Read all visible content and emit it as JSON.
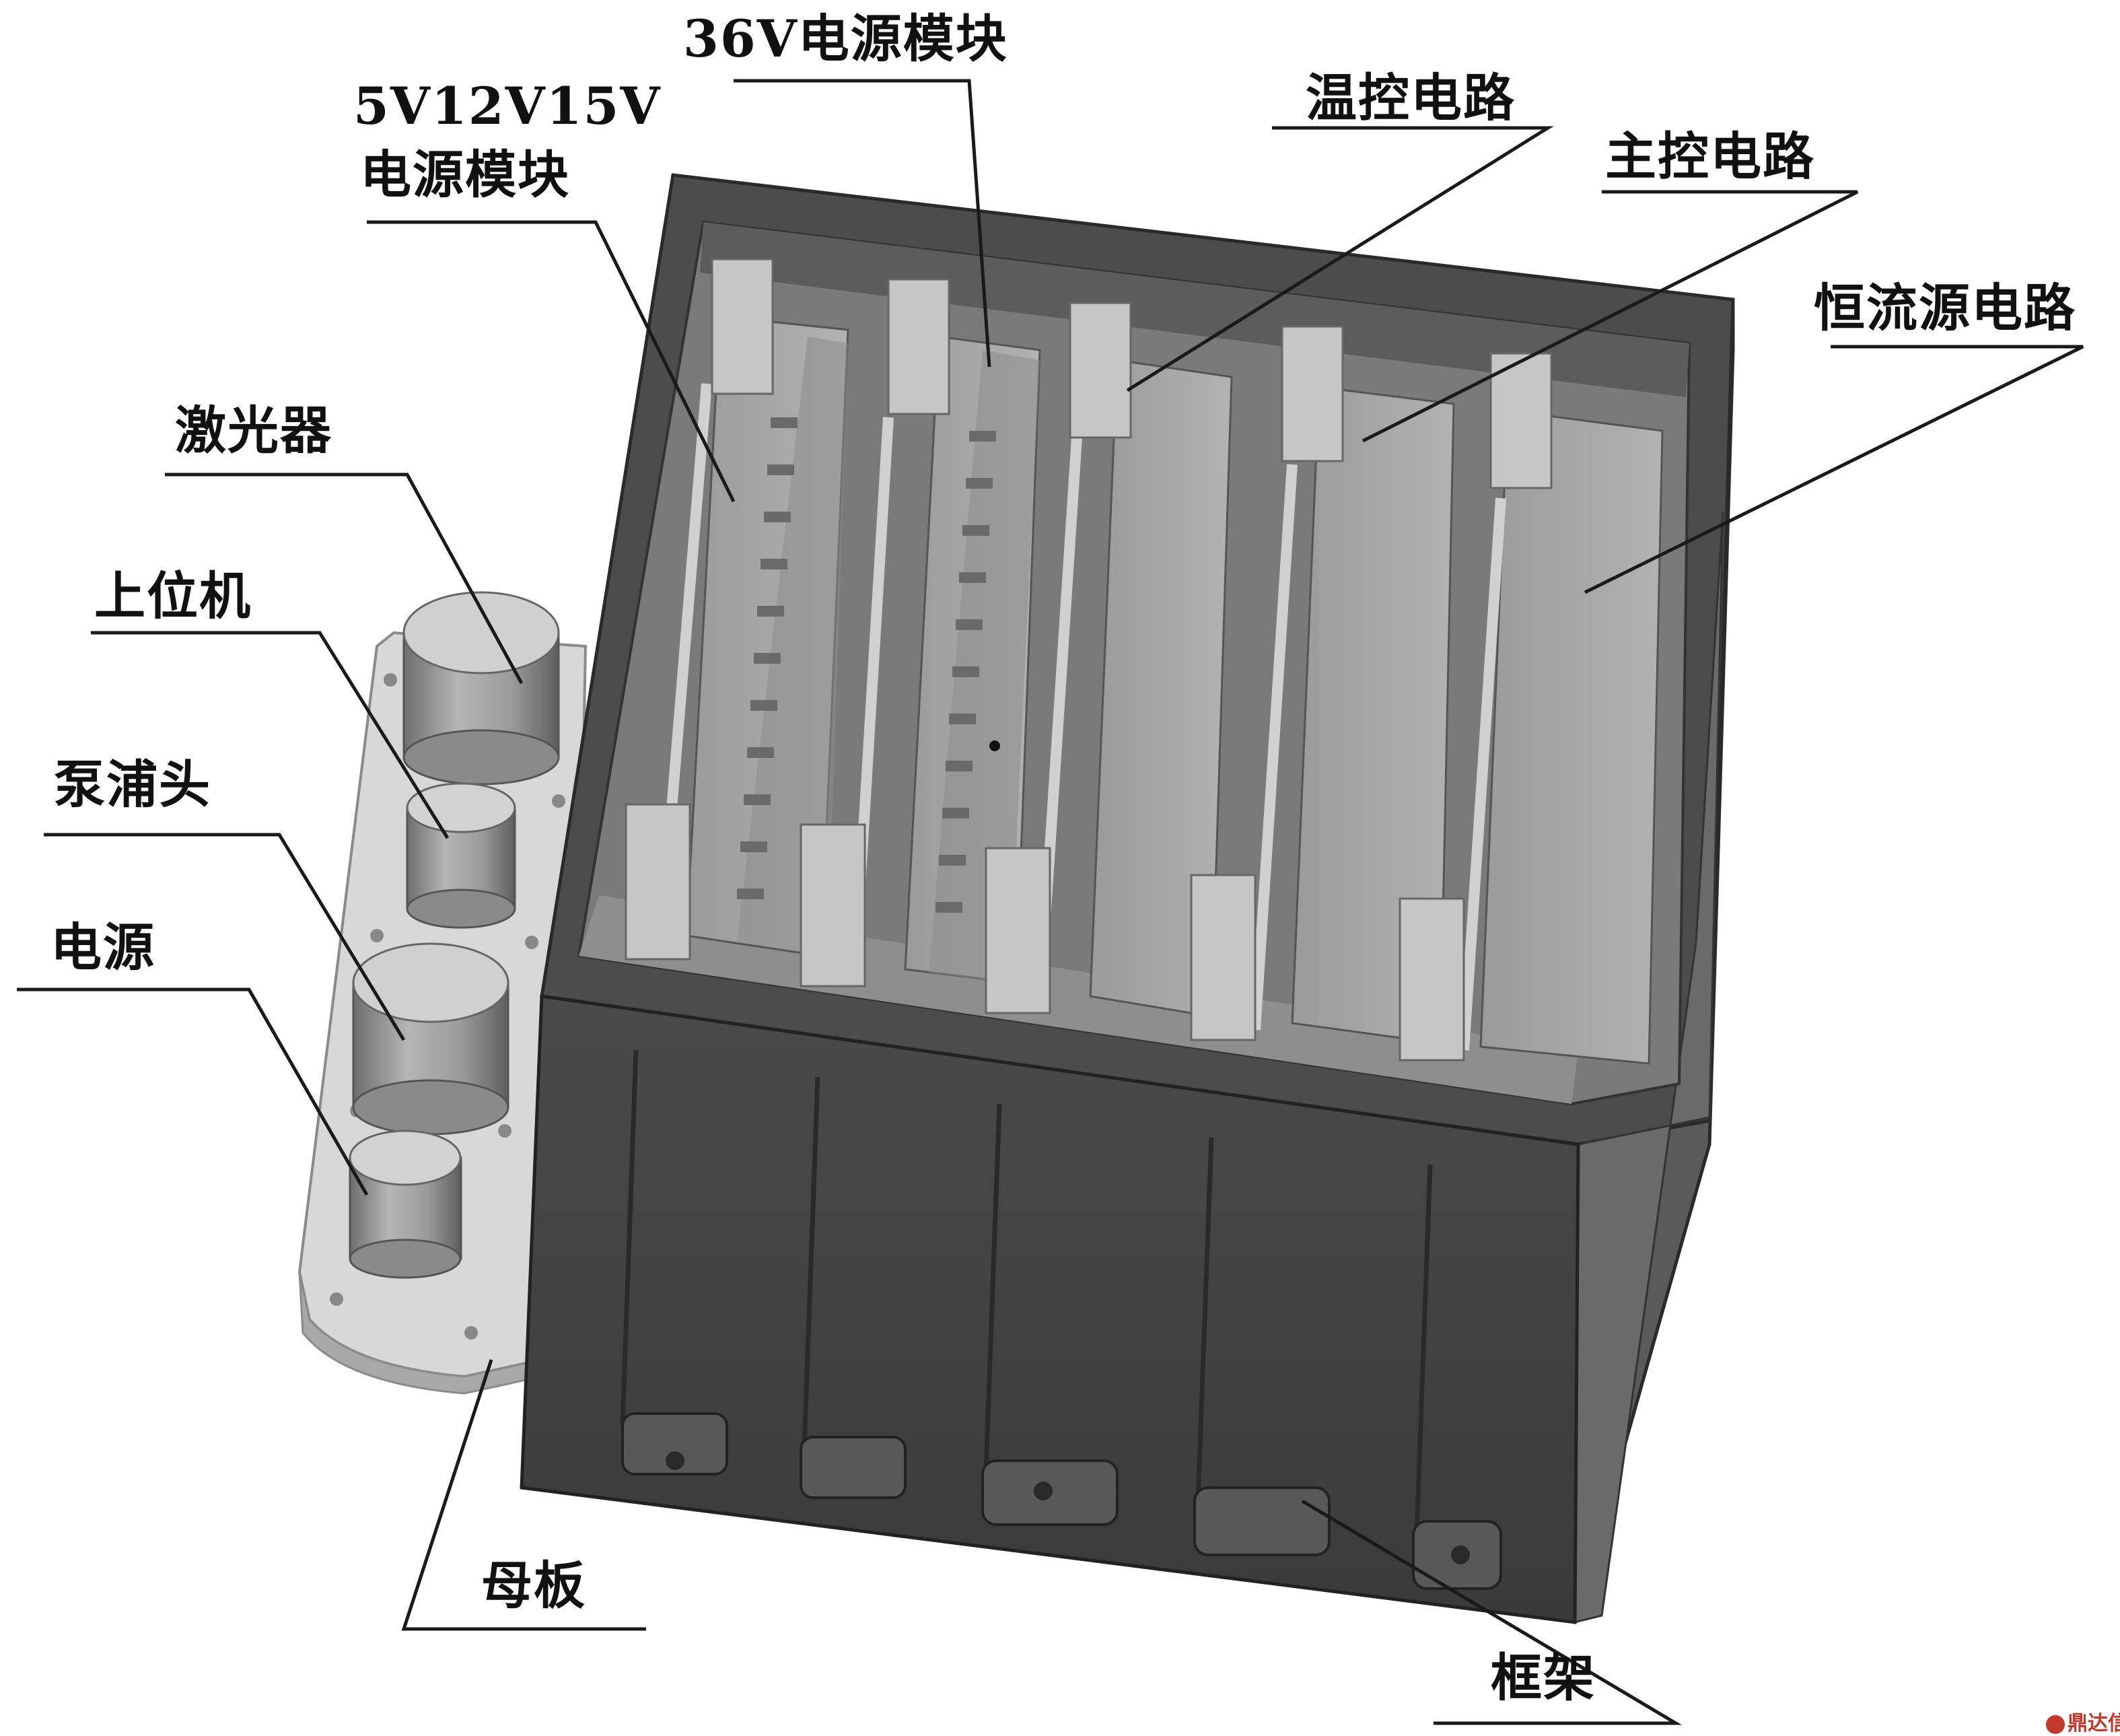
{
  "labels": {
    "module_5v": "5V12V15V",
    "module_5v_line2": "电源模块",
    "module_36v": "36V电源模块",
    "temp_control": "温控电路",
    "main_control": "主控电路",
    "const_current": "恒流源电路",
    "laser": "激光器",
    "host_pc": "上位机",
    "pump_head": "泵浦头",
    "power": "电源",
    "motherboard": "母板",
    "frame": "框架"
  },
  "watermark": {
    "text": "鼎达信"
  },
  "colors": {
    "frame_dark": "#4a4a4a",
    "frame_front": "#424242",
    "frame_edge": "#2e2e2e",
    "board": "#a6a6a6",
    "connector": "#c4c4c4",
    "motherboard": "#d6d6d6",
    "cylinder_top": "#c8c8c8",
    "cylinder_body": "#9a9a9a",
    "leader": "#1a1a1a"
  }
}
